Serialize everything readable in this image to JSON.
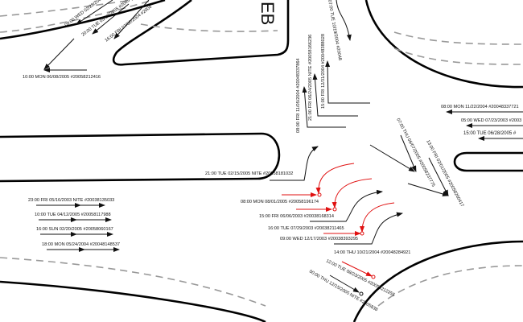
{
  "road_label": "EB",
  "colors": {
    "curb": "#000000",
    "lane_line": "#999999",
    "arrow": "#111111",
    "highlight": "#e01010"
  },
  "collisions": {
    "nw": [
      "09:00 WED 02/28/2005",
      "20:00 TUE 05/17/2005 #2005",
      "16:00 FRI 07/02/2004 #2004",
      "10:00 MON 06/08/2005 #20058212416"
    ],
    "north": [
      "08:00 FRI 11/05/2004 #20048337864",
      "21:00 FRI 06/24/2005 NITE #20058166236",
      "15:00 FRI 12/31/2004 #20048388028",
      "07:00 TUE 10/19/2004 #20048"
    ],
    "east": [
      "08:00 MON 11/22/2004 #20048337721",
      "05:00 WED 07/23/2003 #2003",
      "15:00 TUE 06/28/2005 #"
    ],
    "ne_diagonal": [
      "07:00 THU 06/07/2005 #20058237775",
      "13:00 FRI 02/01/2005 #20058260417"
    ],
    "center": [
      "21:00 TUE 02/15/2005 NITE #20058181032",
      "08:00 MON 08/01/2005 #20058196174",
      "15:00 FRI 06/06/2003 #20038168314",
      "16:00 TUE 07/29/2003 #20038211465",
      "09:00 WED 12/17/2003 #20038393295",
      "14:00 THU 10/21/2004 #20048284921"
    ],
    "south": [
      "12:00 TUE 08/23/2005 #20058212255",
      "00:00 THU 12/15/2005 NITE #2005838"
    ],
    "west": [
      "23:00 FRI 05/16/2003 NITE #20038135033",
      "10:00 TUE 04/12/2005 #20058117988",
      "16:00 SUN 02/20/2005 #20058060167",
      "18:00 MON 05/24/2004 #20048148537"
    ]
  }
}
